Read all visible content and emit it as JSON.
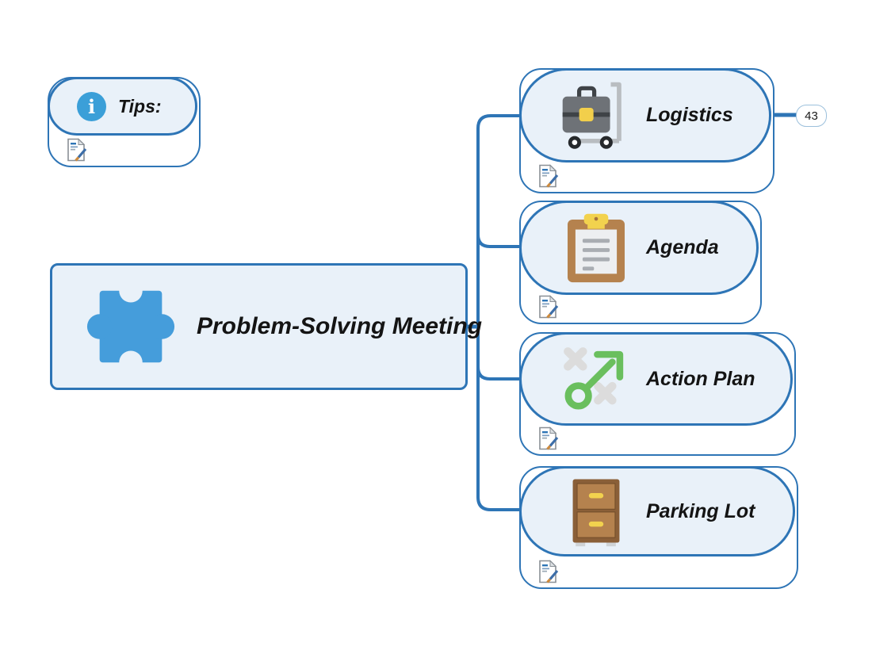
{
  "colors": {
    "accent_blue": "#2e75b6",
    "pill_fill": "#e9f1f9",
    "info_icon_blue": "#3b9fd8",
    "puzzle_blue": "#459ddb",
    "strategy_green": "#6abf5e",
    "clipboard_brown": "#b5824e",
    "clasp_yellow": "#f2d24e",
    "label_color": "#141414"
  },
  "tips": {
    "label": "Tips:",
    "icon": "info-icon",
    "has_note": true
  },
  "root": {
    "label": "Problem-Solving Meeting",
    "icon": "puzzle-icon"
  },
  "children": [
    {
      "id": "logistics",
      "label": "Logistics",
      "icon": "briefcase-cart-icon",
      "badge": "43",
      "has_note": true
    },
    {
      "id": "agenda",
      "label": "Agenda",
      "icon": "clipboard-icon",
      "has_note": true
    },
    {
      "id": "action-plan",
      "label": "Action Plan",
      "icon": "strategy-icon",
      "has_note": true
    },
    {
      "id": "parking-lot",
      "label": "Parking Lot",
      "icon": "drawer-cabinet-icon",
      "has_note": true
    }
  ]
}
